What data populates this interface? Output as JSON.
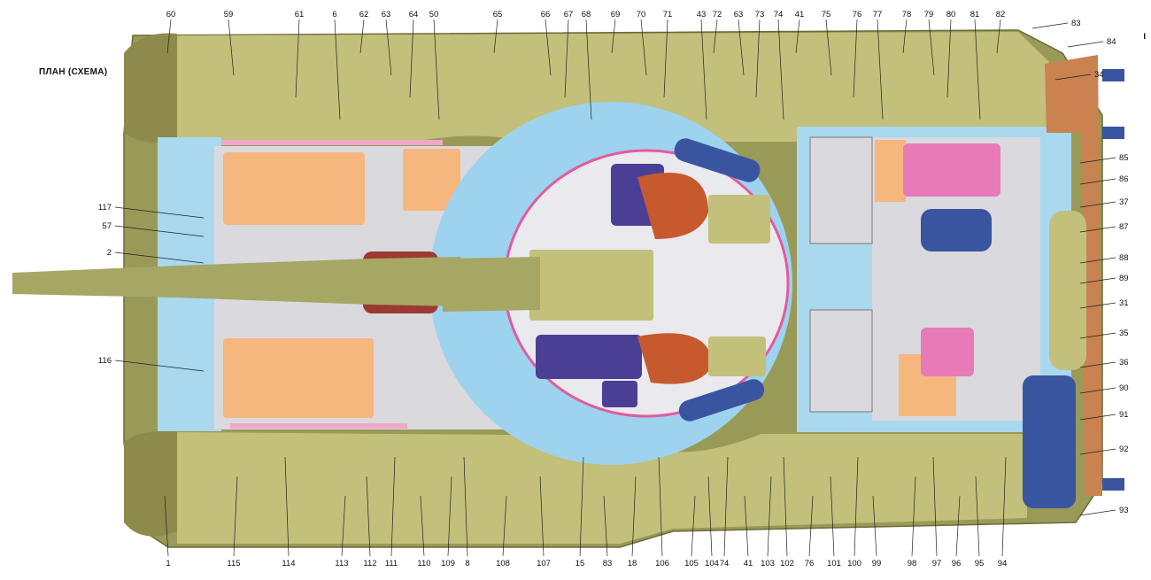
{
  "title": "ПЛАН (СХЕМА)",
  "corner_mark": "I",
  "colors": {
    "hull": "#c2c07a",
    "hull_dark": "#9a9a58",
    "hull_light": "#d4d29a",
    "track": "#8e8a4c",
    "compartment_blue": "#a9d8ef",
    "fuel_orange": "#f5b77e",
    "fuel_orange_dark": "#e58e4a",
    "magenta": "#e97ab8",
    "pink": "#f0a8c8",
    "turret_ring": "#9dd3ee",
    "turret_floor": "#e9e9ee",
    "engine_gray": "#d9d9de",
    "dark_blue": "#3a55a0",
    "purple": "#4b3f95",
    "rust": "#c65a2e",
    "dark_red": "#9b3a32",
    "copper": "#c98250",
    "gun": "#a6a765"
  },
  "labels": {
    "top": [
      "60",
      "59",
      "61",
      "6",
      "62",
      "63",
      "64",
      "50",
      "65",
      "66",
      "67",
      "68",
      "69",
      "70",
      "71",
      "43",
      "72",
      "63",
      "73",
      "74",
      "41",
      "75",
      "76",
      "77",
      "78",
      "79",
      "80",
      "81",
      "82"
    ],
    "right": [
      "83",
      "84",
      "34",
      "85",
      "86",
      "37",
      "87",
      "88",
      "89",
      "31",
      "35",
      "36",
      "90",
      "91",
      "92",
      "93"
    ],
    "left": [
      "117",
      "57",
      "2",
      "116"
    ],
    "bottom": [
      "1",
      "115",
      "114",
      "113",
      "112",
      "111",
      "110",
      "109",
      "8",
      "108",
      "107",
      "15",
      "83",
      "18",
      "106",
      "105",
      "104",
      "74",
      "41",
      "103",
      "102",
      "76",
      "101",
      "100",
      "99",
      "98",
      "97",
      "96",
      "95",
      "94"
    ]
  }
}
